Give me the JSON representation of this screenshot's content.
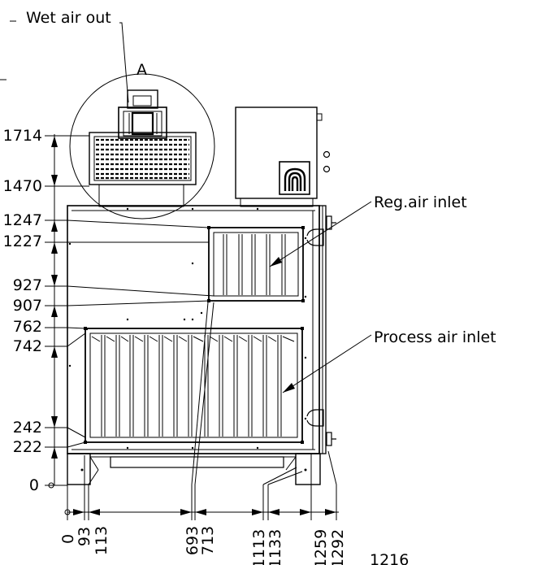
{
  "callouts": {
    "wet_air_out": "Wet air out",
    "detail": "A",
    "reg_air_inlet": "Reg.air inlet",
    "process_air_inlet": "Process air inlet"
  },
  "vertical_dims": [
    "1714",
    "1470",
    "1247",
    "1227",
    "927",
    "907",
    "762",
    "742",
    "242",
    "222",
    "0"
  ],
  "horizontal_dims": [
    "0",
    "93",
    "113",
    "693",
    "713",
    "1113",
    "1133",
    "1259",
    "1292"
  ],
  "extra_dim": "1216"
}
